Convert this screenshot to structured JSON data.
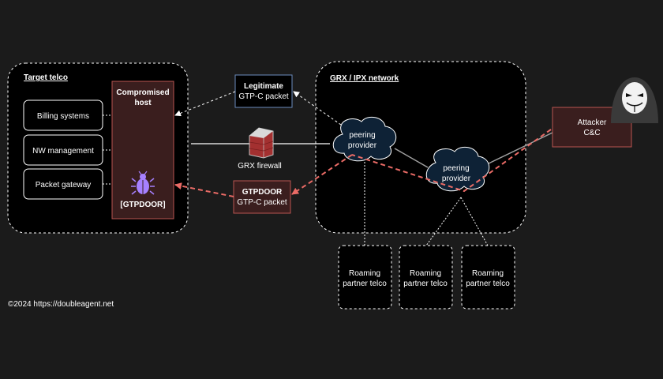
{
  "target_telco": {
    "title": "Target telco",
    "systems": [
      "Billing systems",
      "NW management",
      "Packet gateway"
    ],
    "host_line1": "Compromised",
    "host_line2": "host",
    "malware_label": "[GTPDOOR]"
  },
  "grx_network": {
    "title": "GRX / IPX network",
    "peer1_line1": "peering",
    "peer1_line2": "provider",
    "peer2_line1": "peering",
    "peer2_line2": "provider"
  },
  "legit_packet": {
    "line1": "Legitimate",
    "line2": "GTP-C packet"
  },
  "gtpdoor_packet": {
    "line1": "GTPDOOR",
    "line2": "GTP-C packet"
  },
  "firewall": {
    "label": "GRX firewall"
  },
  "attacker": {
    "line1": "Attacker",
    "line2": "C&C"
  },
  "roaming_partners": [
    {
      "line1": "Roaming",
      "line2": "partner telco"
    },
    {
      "line1": "Roaming",
      "line2": "partner telco"
    },
    {
      "line1": "Roaming",
      "line2": "partner telco"
    }
  ],
  "copyright": "©2024 https://doubleagent.net",
  "colors": {
    "background": "#1b1b1b",
    "malicious_fill": "#3a1e1e",
    "malicious_stroke": "#b85450",
    "attack_path": "#ea6b66",
    "cloud_fill": "#0e2236",
    "legit_stroke": "#6c8ebf",
    "bug": "#a680ff"
  }
}
